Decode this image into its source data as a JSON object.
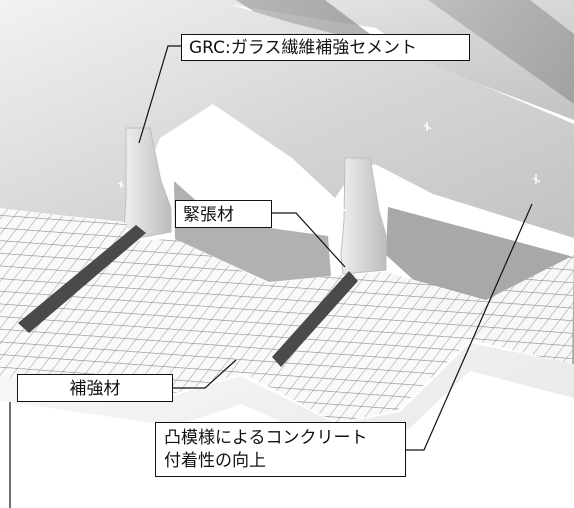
{
  "labels": {
    "grc": "GRC:ガラス繊維補強セメント",
    "tension_material": "緊張材",
    "reinforcement": "補強材",
    "convex_pattern_line1": "凸模様によるコンクリート",
    "convex_pattern_line2": "付着性の向上"
  },
  "colors": {
    "border": "#111111",
    "panel_light": "#d9d9d9",
    "panel_mid": "#a9a9a9",
    "panel_dark": "#777777",
    "mesh": "#f4f4f4",
    "mesh_line": "#8c8c8c",
    "rod": "#4a4a4a"
  },
  "icons": {
    "surface_marks": "cross-mark"
  }
}
